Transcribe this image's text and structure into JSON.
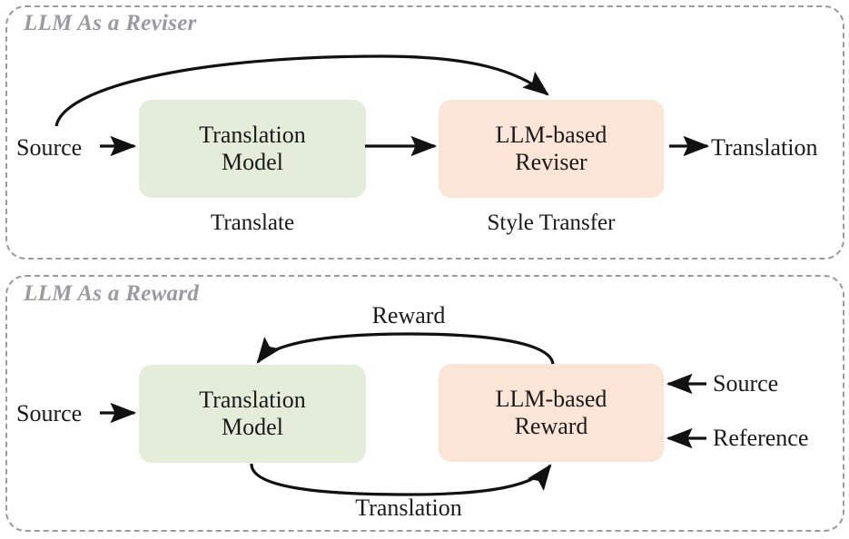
{
  "diagram": {
    "panels": [
      {
        "id": "llm-as-a-reviser",
        "title": "LLM As a Reviser",
        "nodes": [
          {
            "id": "translation-model",
            "label_line1": "Translation",
            "label_line2": "Model",
            "color": "#e3edd9",
            "caption": "Translate"
          },
          {
            "id": "llm-based-reviser",
            "label_line1": "LLM-based",
            "label_line2": "Reviser",
            "color": "#fae5d7",
            "caption": "Style Transfer"
          }
        ],
        "io": {
          "input_left": "Source",
          "output_right": "Translation"
        },
        "edges": [
          {
            "from": "Source",
            "to": "LLM-based Reviser",
            "label": "",
            "style": "curved-arrow"
          },
          {
            "from": "Source",
            "to": "Translation Model",
            "label": "",
            "style": "straight-arrow"
          },
          {
            "from": "Translation Model",
            "to": "LLM-based Reviser",
            "label": "",
            "style": "straight-arrow"
          },
          {
            "from": "LLM-based Reviser",
            "to": "Translation",
            "label": "",
            "style": "straight-arrow"
          }
        ]
      },
      {
        "id": "llm-as-a-reward",
        "title": "LLM As a Reward",
        "nodes": [
          {
            "id": "translation-model",
            "label_line1": "Translation",
            "label_line2": "Model",
            "color": "#e3edd9",
            "caption": ""
          },
          {
            "id": "llm-based-reward",
            "label_line1": "LLM-based",
            "label_line2": "Reward",
            "color": "#fae5d7",
            "caption": ""
          }
        ],
        "io": {
          "input_left": "Source",
          "input_right_top": "Source",
          "input_right_bottom": "Reference"
        },
        "edges": [
          {
            "from": "Source",
            "to": "Translation Model",
            "label": "",
            "style": "straight-arrow"
          },
          {
            "from": "LLM-based Reward",
            "to": "Translation Model",
            "label": "Reward",
            "style": "curved-arrow-top"
          },
          {
            "from": "Translation Model",
            "to": "LLM-based Reward",
            "label": "Translation",
            "style": "curved-arrow-bottom"
          },
          {
            "from": "Source",
            "to": "LLM-based Reward",
            "label": "",
            "style": "straight-arrow-left"
          },
          {
            "from": "Reference",
            "to": "LLM-based Reward",
            "label": "",
            "style": "straight-arrow-left"
          }
        ]
      }
    ],
    "colors": {
      "green_node": "#e3edd9",
      "pink_node": "#fae5d7",
      "panel_border": "#9a9a9a",
      "title_text": "#9b9b9f",
      "body_text": "#1a1a1a",
      "arrow": "#111111",
      "background": "#ffffff"
    }
  }
}
